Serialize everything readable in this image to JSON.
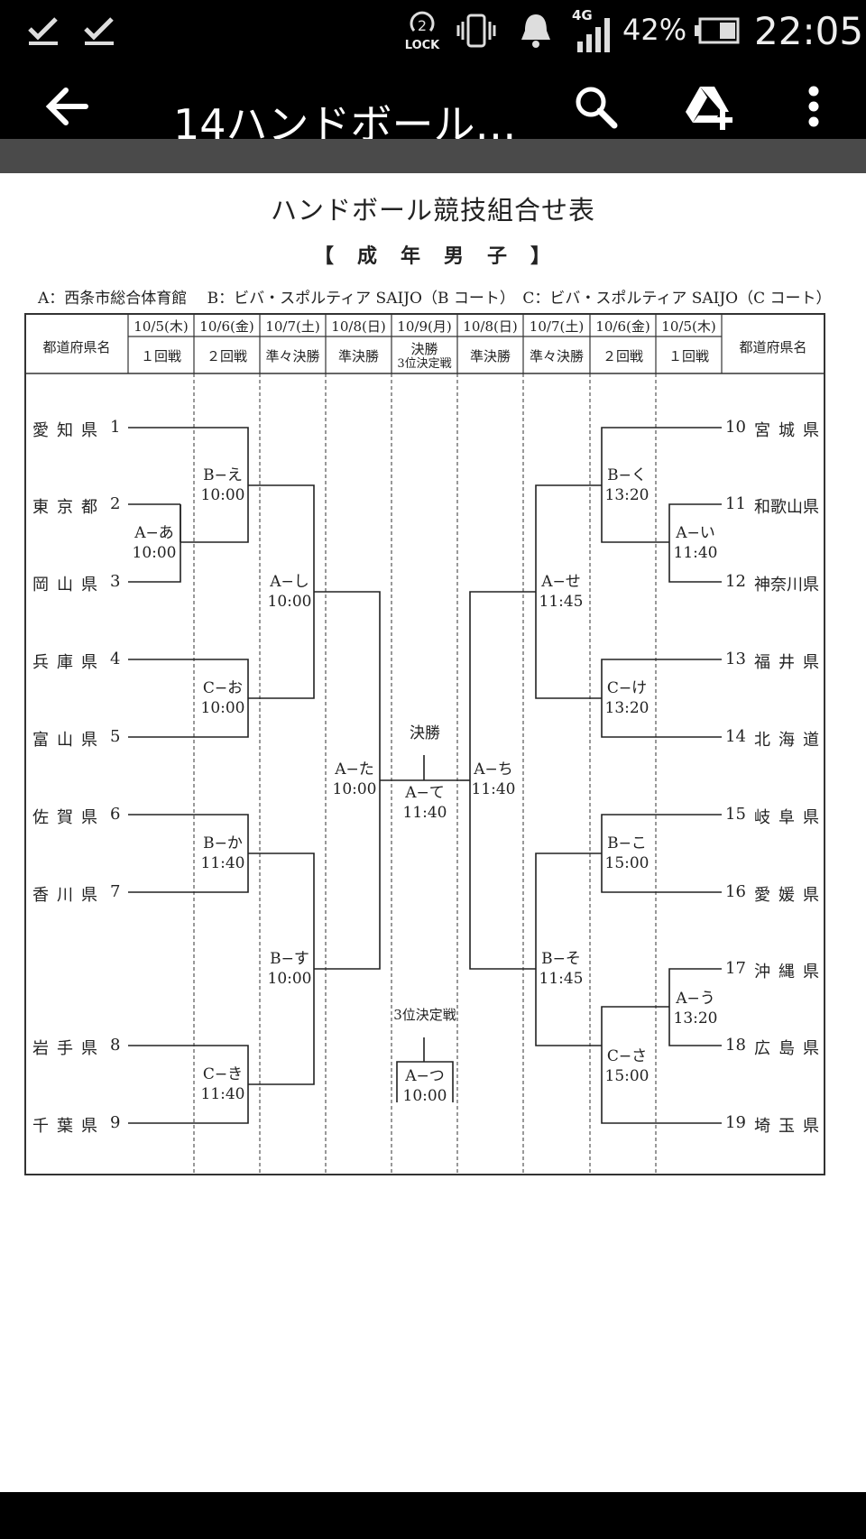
{
  "status_bar": {
    "icons": [
      "download-done-icon",
      "download-done-icon",
      "lock-icon",
      "vibrate-icon",
      "alarm-icon",
      "signal-4g-icon",
      "battery-icon"
    ],
    "network_label": "4G",
    "lock_label": "LOCK",
    "battery": "42%",
    "time": "22:05"
  },
  "toolbar": {
    "title": "14ハンドボール…",
    "back_icon": "arrow-back-icon",
    "search_icon": "search-icon",
    "drive_icon": "add-to-drive-icon",
    "menu_icon": "more-vert-icon"
  },
  "document": {
    "title": "ハンドボール競技組合せ表",
    "subtitle": "【　成　年　男　子　】",
    "venues": "A：西条市総合体育館　 B：ビバ・スポルティア SAIJO（B コート）　C：ビバ・スポルティア SAIJO（C コート）",
    "header": {
      "pref_label": "都道府県名",
      "dates": [
        "10/5(木)",
        "10/6(金)",
        "10/7(土)",
        "10/8(日)",
        "10/9(月)",
        "10/8(日)",
        "10/7(土)",
        "10/6(金)",
        "10/5(木)"
      ],
      "rounds": [
        "１回戦",
        "２回戦",
        "準々決勝",
        "準決勝",
        "決勝",
        "準決勝",
        "準々決勝",
        "２回戦",
        "１回戦"
      ],
      "final_sub": "3位決定戦"
    },
    "left_teams": [
      {
        "name": "愛知県",
        "num": "1"
      },
      {
        "name": "東京都",
        "num": "2"
      },
      {
        "name": "岡山県",
        "num": "3"
      },
      {
        "name": "兵庫県",
        "num": "4"
      },
      {
        "name": "富山県",
        "num": "5"
      },
      {
        "name": "佐賀県",
        "num": "6"
      },
      {
        "name": "香川県",
        "num": "7"
      },
      {
        "name": "岩手県",
        "num": "8"
      },
      {
        "name": "千葉県",
        "num": "9"
      }
    ],
    "right_teams": [
      {
        "num": "10",
        "name": "宮城県"
      },
      {
        "num": "11",
        "name": "和歌山県"
      },
      {
        "num": "12",
        "name": "神奈川県"
      },
      {
        "num": "13",
        "name": "福井県"
      },
      {
        "num": "14",
        "name": "北海道"
      },
      {
        "num": "15",
        "name": "岐阜県"
      },
      {
        "num": "16",
        "name": "愛媛県"
      },
      {
        "num": "17",
        "name": "沖縄県"
      },
      {
        "num": "18",
        "name": "広島県"
      },
      {
        "num": "19",
        "name": "埼玉県"
      }
    ],
    "matches": {
      "a": {
        "label": "A−あ",
        "time": "10:00"
      },
      "e": {
        "label": "B−え",
        "time": "10:00"
      },
      "o": {
        "label": "C−お",
        "time": "10:00"
      },
      "ka": {
        "label": "B−か",
        "time": "11:40"
      },
      "ki": {
        "label": "C−き",
        "time": "11:40"
      },
      "shi": {
        "label": "A−し",
        "time": "10:00"
      },
      "su": {
        "label": "B−す",
        "time": "10:00"
      },
      "ta": {
        "label": "A−た",
        "time": "10:00"
      },
      "i": {
        "label": "A−い",
        "time": "11:40"
      },
      "u": {
        "label": "A−う",
        "time": "13:20"
      },
      "ku": {
        "label": "B−く",
        "time": "13:20"
      },
      "ke": {
        "label": "C−け",
        "time": "13:20"
      },
      "ko": {
        "label": "B−こ",
        "time": "15:00"
      },
      "sa": {
        "label": "C−さ",
        "time": "15:00"
      },
      "se": {
        "label": "A−せ",
        "time": "11:45"
      },
      "so": {
        "label": "B−そ",
        "time": "11:45"
      },
      "chi": {
        "label": "A−ち",
        "time": "11:40"
      },
      "te": {
        "label": "A−て",
        "time": "11:40"
      },
      "tsu": {
        "label": "A−つ",
        "time": "10:00"
      }
    },
    "final_label": "決勝",
    "third_place_label": "3位決定戦"
  }
}
